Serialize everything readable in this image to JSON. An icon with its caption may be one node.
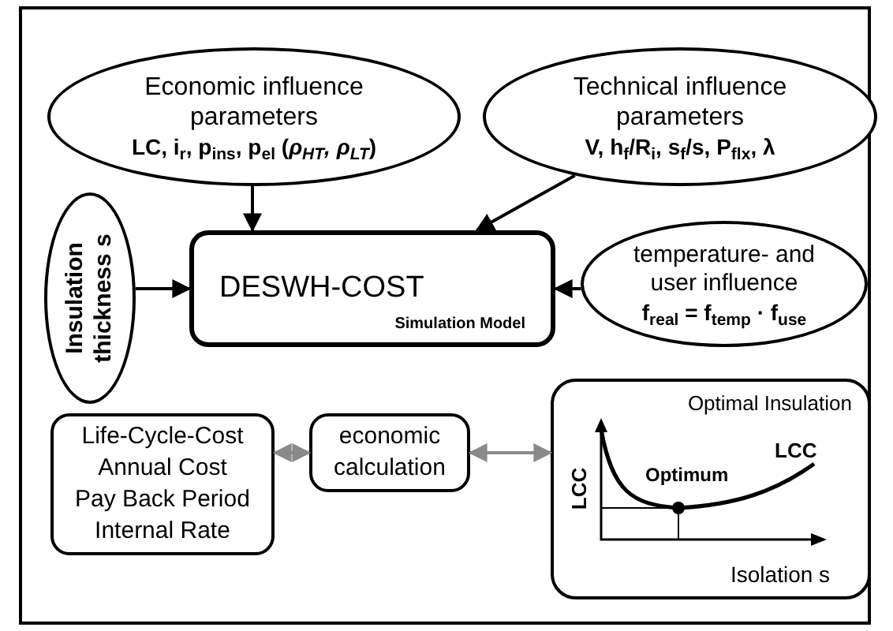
{
  "diagram": {
    "nodes": [
      {
        "text": [
          "Economic influence parameters",
          "LC, i$_{r}$, p$_{ins}$, p$_{el}$ (*ρ$_{HT}$, ρ$_{LT}$*)"
        ]
      },
      {
        "text": [
          "Technical influence parameters",
          "V, h$_{f}$/R$_{i}$, s$_{f}$/s, P$_{flx}$, λ"
        ]
      },
      {
        "text": [
          "Insulation thickness s"
        ]
      },
      {
        "text": [
          "DESWH-COST",
          "Simulation Model"
        ]
      },
      {
        "text": [
          "temperature- and user influence",
          "f$_{real}$ = f$_{temp}$ · f$_{use}$"
        ]
      },
      {
        "text": [
          "Life-Cycle-Cost",
          "Annual Cost",
          "Pay Back Period",
          "Internal Rate"
        ]
      },
      {
        "text": [
          "economic calculation"
        ]
      },
      {
        "text": [
          "Optimal Insulation"
        ]
      }
    ],
    "edges": [
      {
        "from": 0,
        "to": 3,
        "arrow": "to"
      },
      {
        "from": 1,
        "to": 3,
        "arrow": "to"
      },
      {
        "from": 2,
        "to": 3,
        "arrow": "to"
      },
      {
        "from": 4,
        "to": 3,
        "arrow": "to"
      },
      {
        "from": 5,
        "to": 6,
        "arrow": "both",
        "color": "#8a8a8a"
      },
      {
        "from": 6,
        "to": 7,
        "arrow": "both",
        "color": "#8a8a8a"
      }
    ],
    "labels": [
      "LCC",
      "Optimum",
      "LCC",
      "Isolation s"
    ]
  }
}
